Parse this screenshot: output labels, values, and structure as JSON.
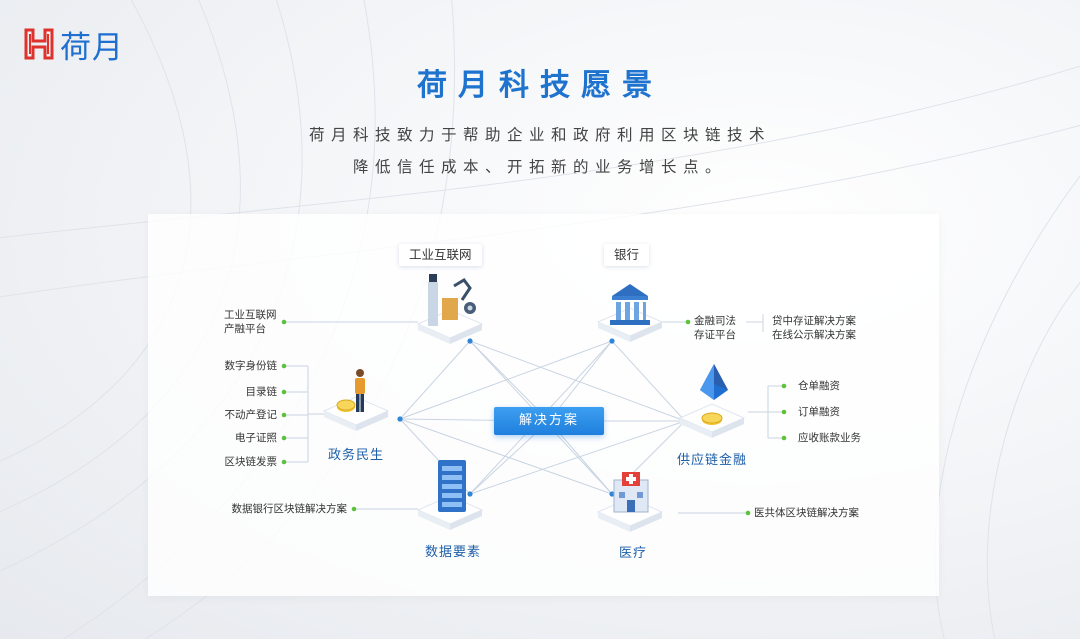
{
  "logo": {
    "text": "荷月"
  },
  "header": {
    "title": "荷月科技愿景",
    "subtitle_line1": "荷月科技致力于帮助企业和政府利用区块链技术",
    "subtitle_line2": "降低信任成本、开拓新的业务增长点。"
  },
  "diagram": {
    "center": "解决方案",
    "nodes": {
      "industrial": {
        "label": "工业互联网",
        "icon": "factory-robot-icon"
      },
      "bank": {
        "label": "银行",
        "icon": "bank-building-icon"
      },
      "government": {
        "label": "政务民生",
        "icon": "person-coin-icon"
      },
      "supply": {
        "label": "供应链金融",
        "icon": "crystal-coin-icon"
      },
      "data": {
        "label": "数据要素",
        "icon": "server-rack-icon"
      },
      "medical": {
        "label": "医疗",
        "icon": "hospital-icon"
      }
    },
    "industrial_items": [
      "工业互联网",
      "产融平台"
    ],
    "bank_mid_items": [
      "金融司法",
      "存证平台"
    ],
    "bank_right_items": [
      "贷中存证解决方案",
      "在线公示解决方案"
    ],
    "government_items": [
      "数字身份链",
      "目录链",
      "不动产登记",
      "电子证照",
      "区块链发票"
    ],
    "supply_items": [
      "仓单融资",
      "订单融资",
      "应收账款业务"
    ],
    "data_items": [
      "数据银行区块链解决方案"
    ],
    "medical_items": [
      "医共体区块链解决方案"
    ]
  },
  "colors": {
    "accent": "#1e73cf",
    "dot": "#5cc23a"
  }
}
